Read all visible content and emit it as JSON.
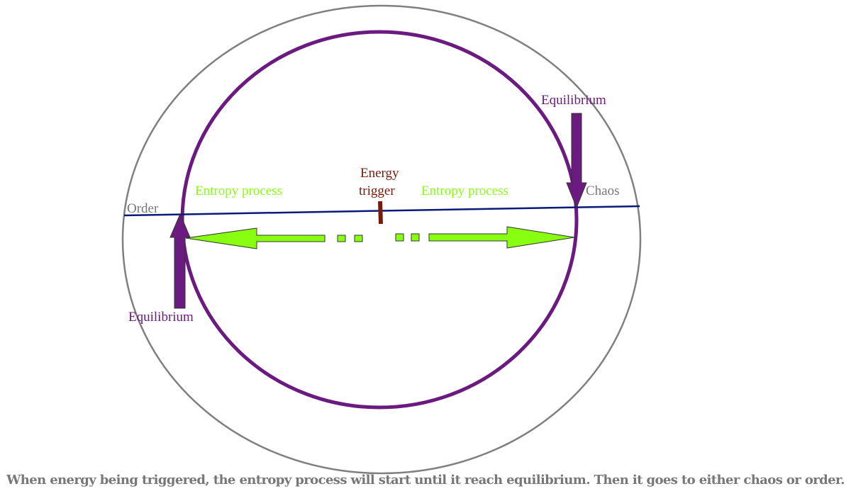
{
  "labels": {
    "order": "Order",
    "chaos": "Chaos",
    "equilibrium_top": "Equilibrium",
    "equilibrium_bottom": "Equilibrium",
    "entropy_left": "Entropy process",
    "entropy_right": "Entropy process",
    "energy_line1": "Energy",
    "energy_line2": "trigger"
  },
  "caption": "When energy being triggered, the entropy process will start until it reach equilibrium. Then it goes to either chaos or order.",
  "colors": {
    "outer": "#808080",
    "purple": "#6b1a7f",
    "axis": "#0a1a7a",
    "green": "#88ff11",
    "trigger": "#7a1a0a",
    "grey_text": "#777777"
  }
}
